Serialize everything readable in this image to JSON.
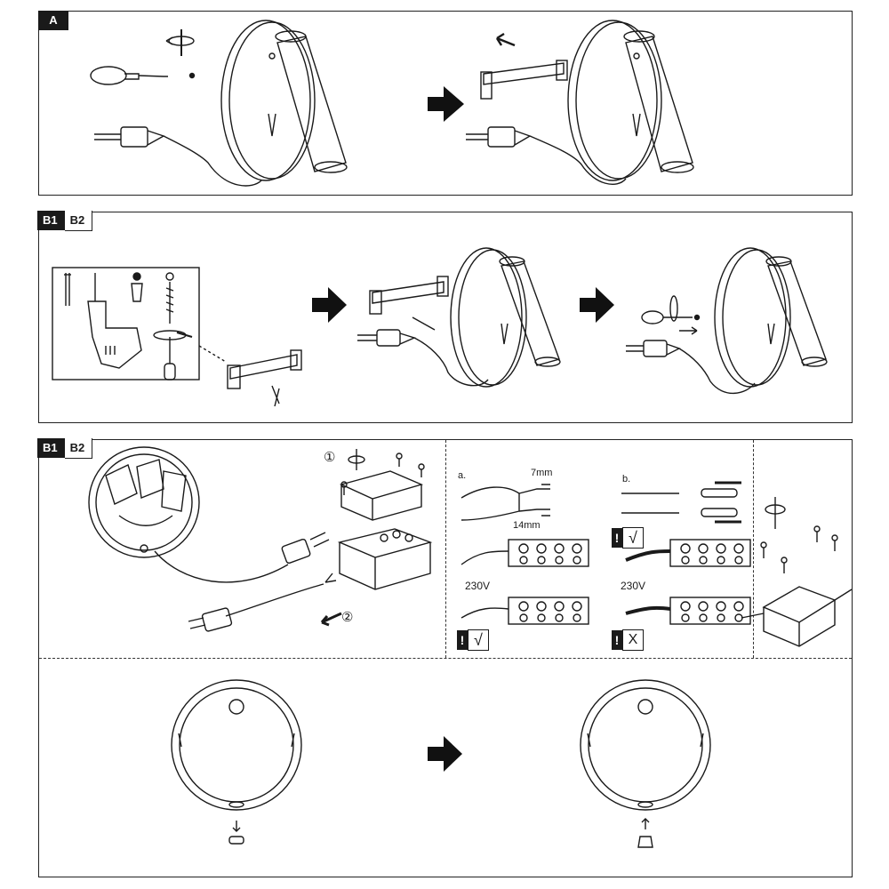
{
  "panel_a": {
    "tag": "A"
  },
  "panel_b": {
    "tag_left": "B1",
    "tag_right": "B2"
  },
  "panel_c": {
    "tag_left": "B1",
    "tag_right": "B2",
    "steps": [
      "①",
      "②"
    ],
    "wiring": {
      "sub_a": "a.",
      "sub_b": "b.",
      "strip_short": "7mm",
      "strip_long": "14mm",
      "voltage_a": "230V",
      "voltage_b": "230V",
      "check_mark": "√",
      "cross_mark": "X"
    }
  },
  "colors": {
    "ink": "#1a1a1a",
    "paper": "#ffffff",
    "arrow": "#111111"
  }
}
